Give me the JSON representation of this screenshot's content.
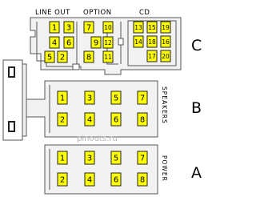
{
  "connector_c": {
    "letter": "C",
    "groups": {
      "line_out": "LINE OUT",
      "option": "OPTION",
      "cd": "CD"
    },
    "pins": [
      "1",
      "2",
      "3",
      "4",
      "5",
      "6",
      "7",
      "8",
      "9",
      "10",
      "11",
      "12",
      "13",
      "14",
      "15",
      "16",
      "17",
      "18",
      "19",
      "20"
    ]
  },
  "connector_b": {
    "letter": "B",
    "label": "SPEAKERS",
    "pins": [
      "1",
      "2",
      "3",
      "4",
      "5",
      "6",
      "7",
      "8"
    ]
  },
  "connector_a": {
    "letter": "A",
    "label": "POWER",
    "pins": [
      "1",
      "2",
      "3",
      "4",
      "5",
      "6",
      "7",
      "8"
    ]
  },
  "watermark": "pinouts.ru",
  "colors": {
    "pin_fill": "#ffff00",
    "housing": "#f2f2f2",
    "outline": "#555555"
  }
}
